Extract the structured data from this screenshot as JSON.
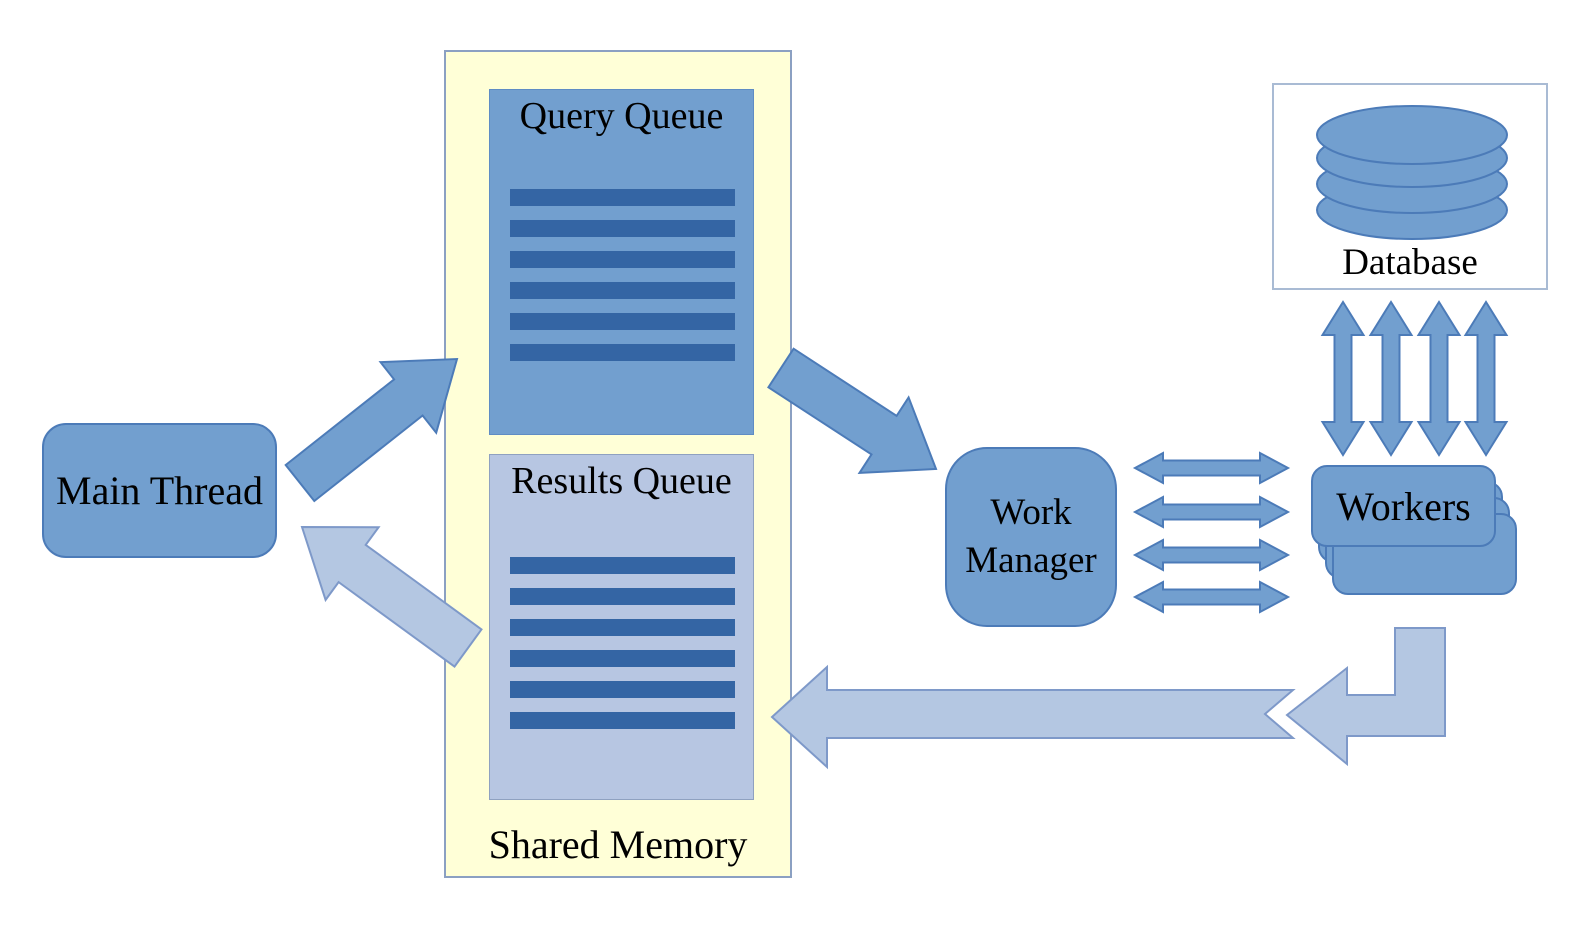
{
  "nodes": {
    "main_thread": {
      "label": "Main Thread"
    },
    "shared_memory": {
      "label": "Shared Memory"
    },
    "query_queue": {
      "label": "Query Queue",
      "item_count": 6
    },
    "results_queue": {
      "label": "Results Queue",
      "item_count": 6
    },
    "work_manager": {
      "label": "Work Manager"
    },
    "workers": {
      "label": "Workers",
      "stack_count": 4
    },
    "database": {
      "label": "Database"
    }
  },
  "connections": [
    {
      "from": "Main Thread",
      "to": "Query Queue",
      "direction": "one-way",
      "style": "solid-blue"
    },
    {
      "from": "Results Queue",
      "to": "Main Thread",
      "direction": "one-way",
      "style": "light-blue"
    },
    {
      "from": "Query Queue",
      "to": "Work Manager",
      "direction": "one-way",
      "style": "solid-blue"
    },
    {
      "from": "Work Manager",
      "to": "Workers",
      "direction": "two-way",
      "count": 4,
      "style": "solid-blue"
    },
    {
      "from": "Workers",
      "to": "Database",
      "direction": "two-way",
      "count": 4,
      "style": "solid-blue"
    },
    {
      "from": "Workers",
      "to": "Results Queue",
      "direction": "one-way",
      "style": "light-blue"
    }
  ],
  "colors": {
    "node_fill": "#729FCF",
    "node_border": "#4C7BB8",
    "queue_stripe": "#3465A4",
    "results_fill": "#B7C6E2",
    "results_border": "#8FA1C0",
    "light_fill": "#B4C7E2",
    "light_border": "#7E99C9",
    "shared_fill": "#FFFFD7",
    "shared_border": "#8BA0C2",
    "database_border": "#A9BBD4",
    "query_border": "#5F8CC4",
    "text": "#000000",
    "background": "#FFFFFF"
  }
}
